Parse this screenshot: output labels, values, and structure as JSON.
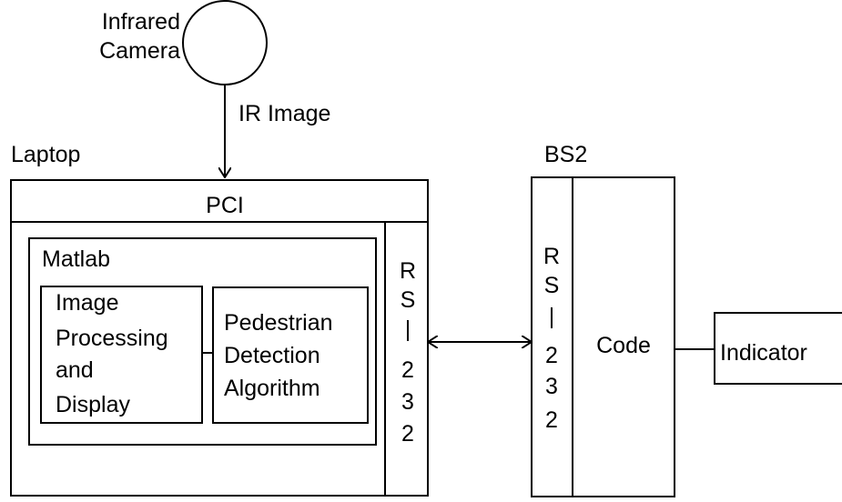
{
  "camera": {
    "label_line1": "Infrared",
    "label_line2": "Camera",
    "signal_label": "IR Image"
  },
  "laptop": {
    "label": "Laptop",
    "pci_label": "PCI",
    "rs232_chars": [
      "R",
      "S",
      "|",
      "2",
      "3",
      "2"
    ],
    "matlab": {
      "label": "Matlab",
      "image_processing_lines": [
        "Image",
        "Processing",
        "and",
        "Display"
      ],
      "pedestrian_detection_lines": [
        "Pedestrian",
        "Detection",
        "Algorithm"
      ]
    }
  },
  "bs2": {
    "label": "BS2",
    "rs232_chars": [
      "R",
      "S",
      "|",
      "2",
      "3",
      "2"
    ],
    "code_label": "Code"
  },
  "indicator": {
    "label": "Indicator"
  },
  "colors": {
    "stroke": "#000000",
    "background": "#ffffff"
  }
}
